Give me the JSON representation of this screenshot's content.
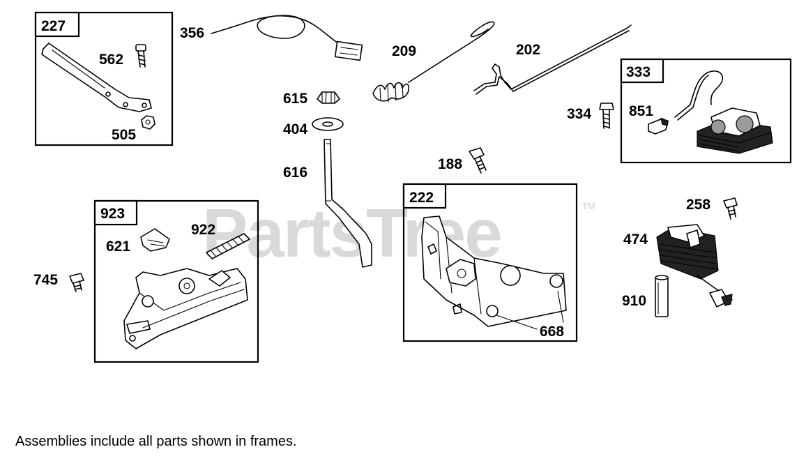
{
  "watermark": {
    "text": "PartsTree",
    "trademark": "TM"
  },
  "frames": {
    "f227": "227",
    "f923": "923",
    "f222": "222",
    "f333": "333"
  },
  "callouts": {
    "c562": "562",
    "c505": "505",
    "c356": "356",
    "c209": "209",
    "c202": "202",
    "c615": "615",
    "c404": "404",
    "c616": "616",
    "c334": "334",
    "c851": "851",
    "c188": "188",
    "c621": "621",
    "c922": "922",
    "c745": "745",
    "c668": "668",
    "c258": "258",
    "c474": "474",
    "c910": "910"
  },
  "footnote": "Assemblies include all parts shown in frames."
}
